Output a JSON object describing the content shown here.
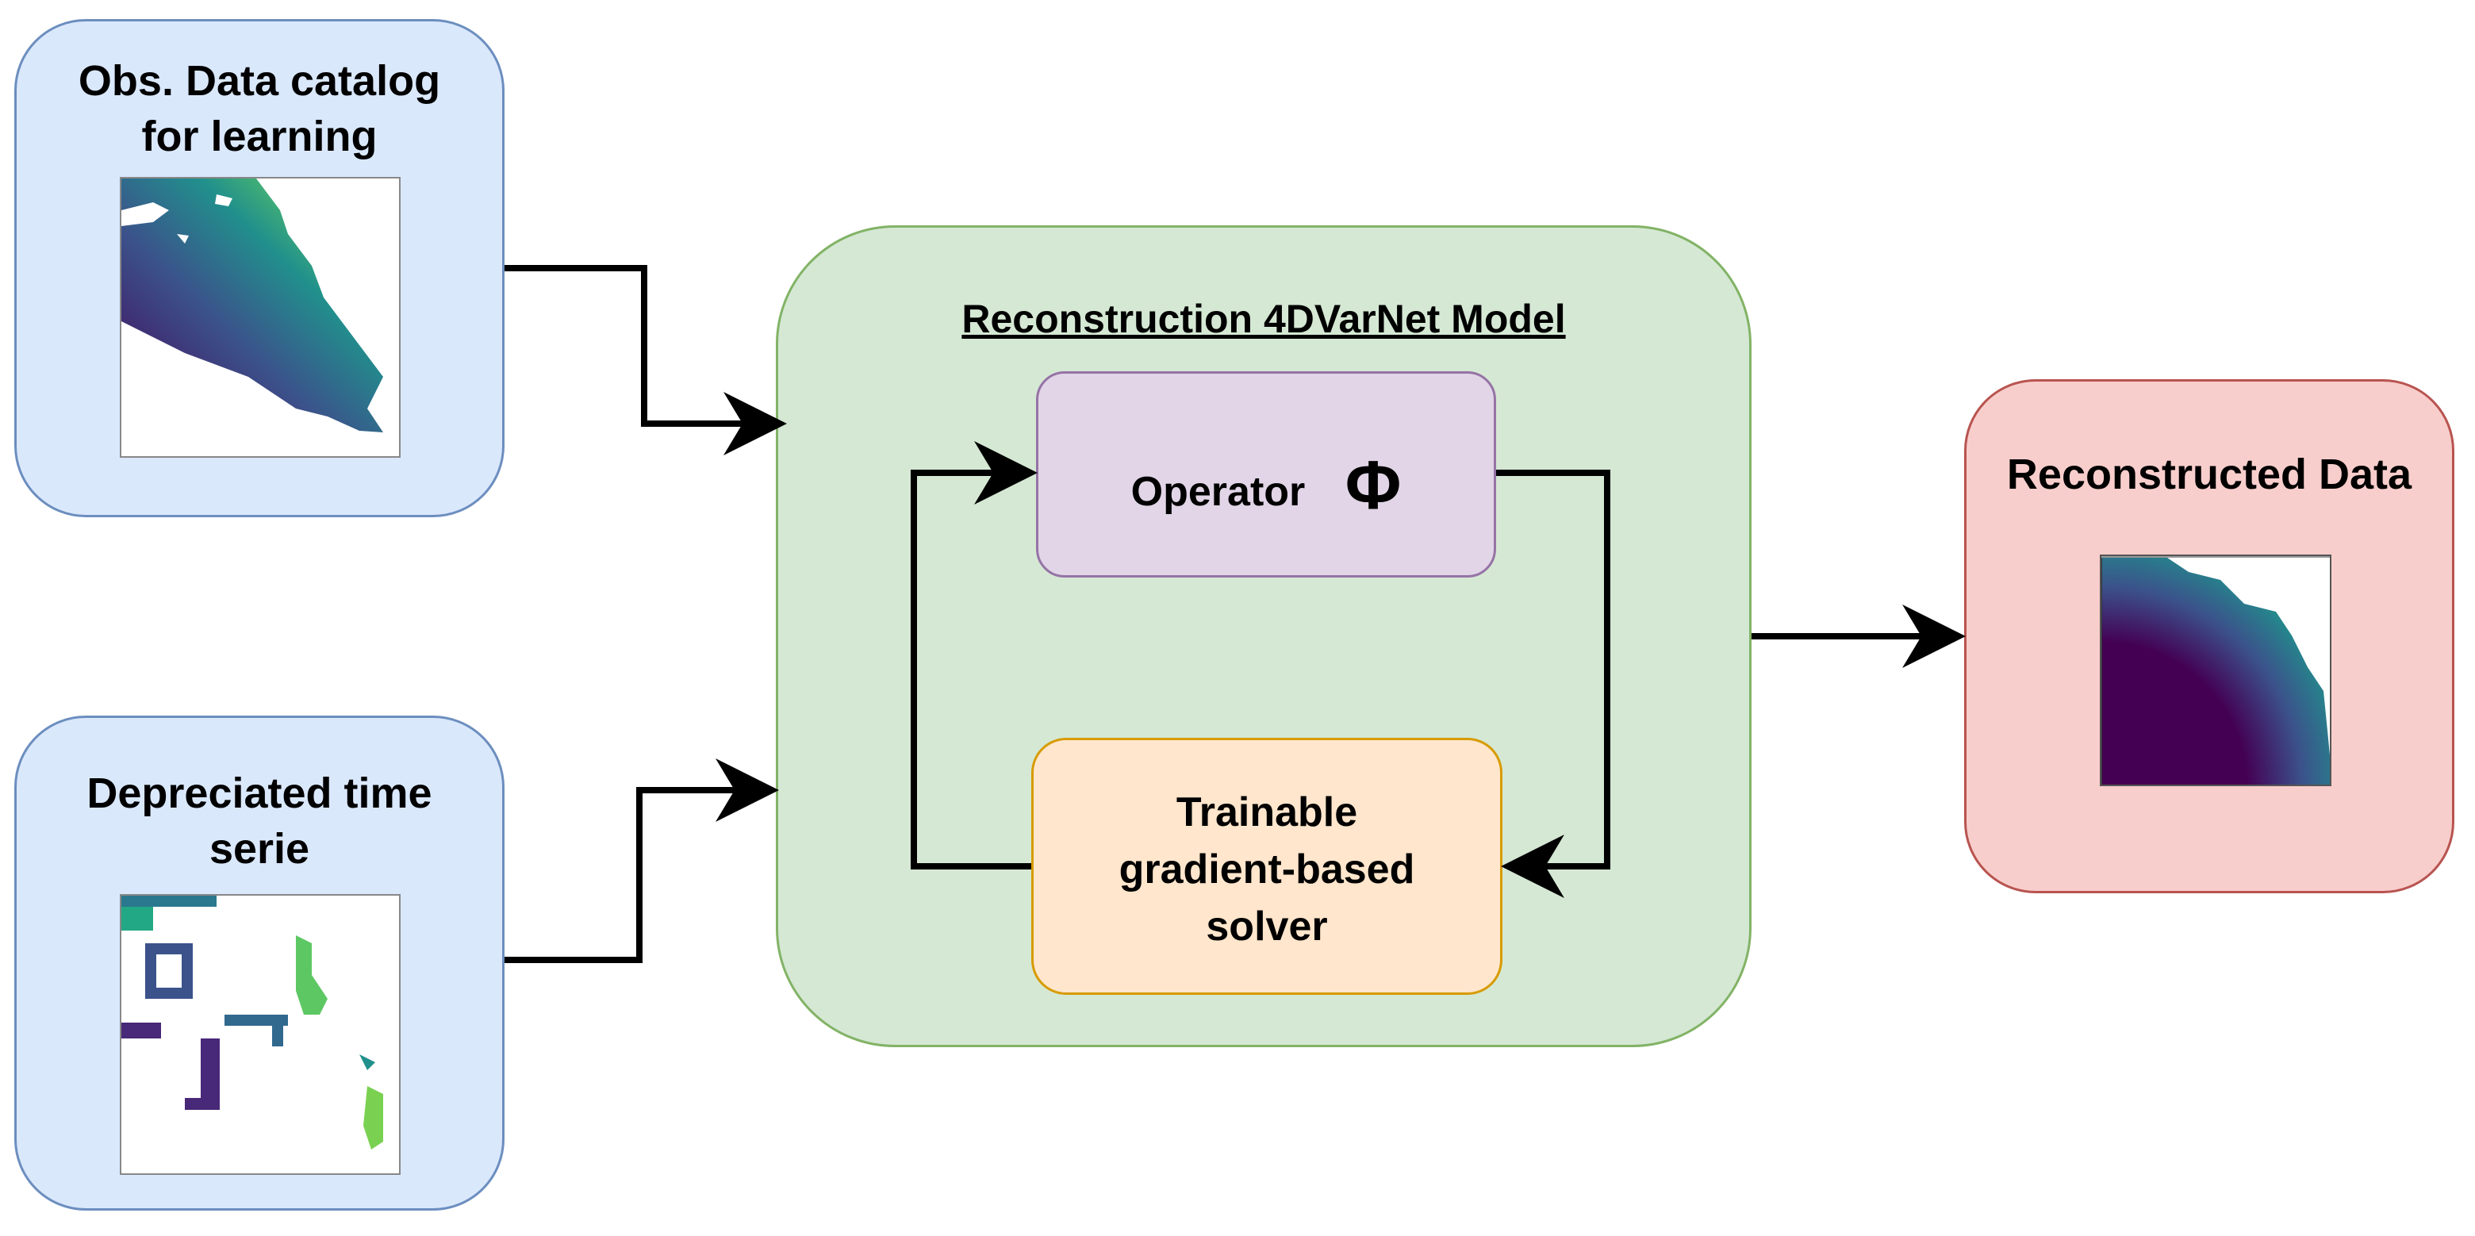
{
  "inputs": {
    "catalog": {
      "title_line1": "Obs. Data catalog",
      "title_line2": "for learning"
    },
    "series": {
      "title_line1": "Depreciated time",
      "title_line2": "serie"
    }
  },
  "model": {
    "title": "Reconstruction 4DVarNet Model",
    "operator": {
      "label": "Operator",
      "symbol": "Φ"
    },
    "solver": {
      "line1": "Trainable",
      "line2": "gradient-based",
      "line3": "solver"
    }
  },
  "output": {
    "title": "Reconstructed Data"
  },
  "colors": {
    "input_fill": "#dae8fc",
    "input_stroke": "#6c8ebf",
    "model_fill": "#d5e8d4",
    "model_stroke": "#82b366",
    "operator_fill": "#e1d5e7",
    "operator_stroke": "#9673a6",
    "solver_fill": "#ffe6cc",
    "solver_stroke": "#d79b00",
    "output_fill": "#f8cecc",
    "output_stroke": "#b85450",
    "colormap": [
      "#440154",
      "#3b528b",
      "#21908c",
      "#5dc863",
      "#fde725"
    ]
  }
}
